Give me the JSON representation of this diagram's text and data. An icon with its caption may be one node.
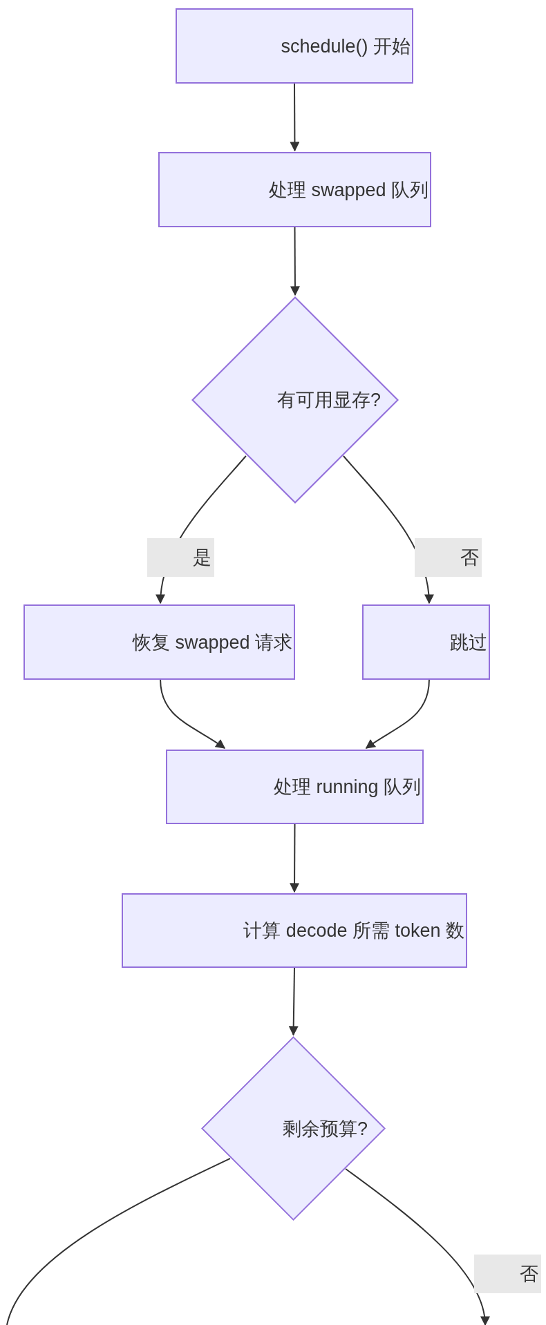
{
  "diagram": {
    "nodes": [
      {
        "text": [
          "schedule() 开始"
        ]
      },
      {
        "text": [
          "处理 swapped 队列"
        ]
      },
      {
        "text": [
          "有可用显存?"
        ]
      },
      {
        "text": [
          "恢复 swapped 请求"
        ]
      },
      {
        "text": [
          "跳过"
        ]
      },
      {
        "text": [
          "处理 running 队列"
        ]
      },
      {
        "text": [
          "计算 decode 所需 token 数"
        ]
      },
      {
        "text": [
          "剩余预算?"
        ]
      }
    ],
    "edges": [
      {
        "from": 0,
        "to": 1,
        "arrow": "to"
      },
      {
        "from": 1,
        "to": 2,
        "arrow": "to"
      },
      {
        "from": 2,
        "to": 3,
        "arrow": "to",
        "label": "是"
      },
      {
        "from": 2,
        "to": 4,
        "arrow": "to",
        "label": "否"
      },
      {
        "from": 3,
        "to": 5,
        "arrow": "to"
      },
      {
        "from": 4,
        "to": 5,
        "arrow": "to"
      },
      {
        "from": 5,
        "to": 6,
        "arrow": "to"
      },
      {
        "from": 6,
        "to": 7,
        "arrow": "to"
      },
      {
        "from": 7,
        "to": null,
        "arrow": "to",
        "label": "否"
      },
      {
        "from": 7,
        "to": null,
        "arrow": "none"
      }
    ]
  }
}
